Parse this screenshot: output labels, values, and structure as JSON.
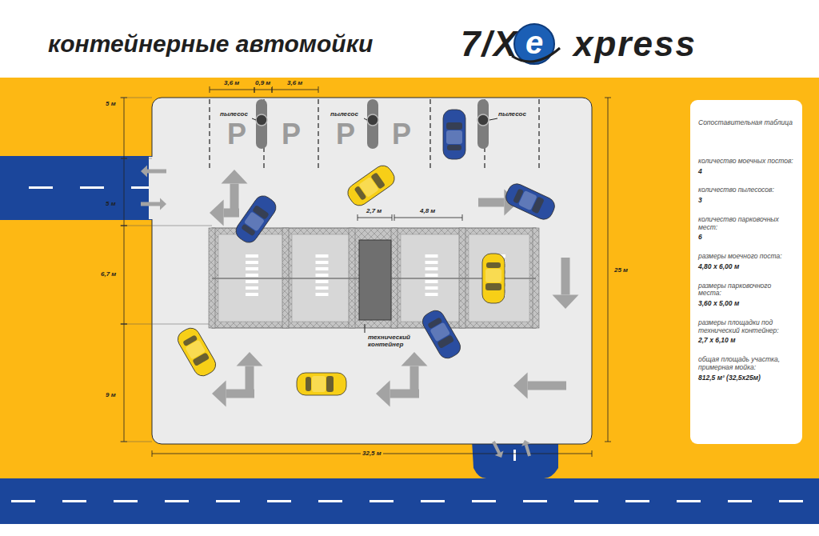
{
  "diagram": {
    "title": "контейнерные автомойки",
    "nodes": [
      {
        "text": [
          "Сопоставительная таблица",
          "количество моечных постов:",
          "4",
          "количество пылесосов:",
          "3",
          "количество парковочных мест:",
          "6",
          "размеры моечного поста:",
          "4,80 х 6,00 м",
          "размеры парковочного места:",
          "3,60 х 5,00 м",
          "размеры площадки под технический контейнер:",
          "2,7 х 6,10 м",
          "общая площадь участка, примерная мойка:",
          "812,5 м² (32,5х25м)"
        ]
      }
    ],
    "labels": [
      "7/X",
      "e",
      "xpress",
      "3,6 м",
      "0,9 м",
      "3,6 м",
      "пылесос",
      "P",
      "P",
      "пылесос",
      "P",
      "P",
      "пылесос",
      "5 м",
      "5 м",
      "2,7 м",
      "4,8 м",
      "6,7 м",
      "25 м",
      "технический контейнер",
      "9 м",
      "32,5 м"
    ]
  }
}
